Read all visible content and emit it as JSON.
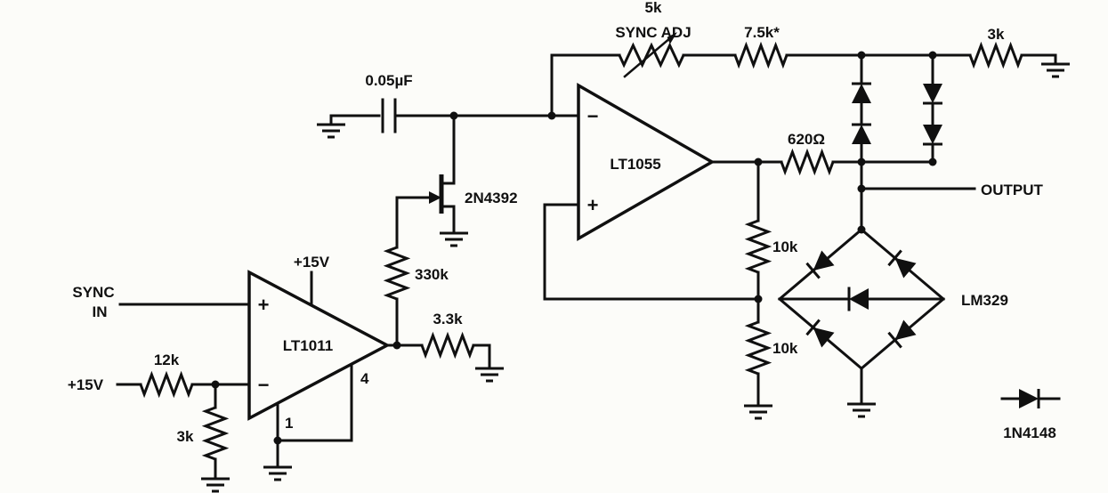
{
  "schematic": {
    "top": {
      "pot_value": "5k",
      "pot_label": "SYNC ADJ",
      "r_feedback": "7.5k*",
      "r_ground": "3k"
    },
    "timing": {
      "capacitor": "0.05µF",
      "jfet": "2N4392",
      "r_gate": "330k"
    },
    "comparator": {
      "name": "LT1011",
      "plus": "+",
      "minus": "−",
      "supply": "+15V",
      "pin4": "4",
      "pin1": "1",
      "r_out": "3.3k"
    },
    "input": {
      "line1": "SYNC",
      "line2": "IN",
      "supply": "+15V",
      "r_series": "12k",
      "r_shunt": "3k"
    },
    "amp": {
      "name": "LT1055",
      "plus": "+",
      "minus": "−"
    },
    "output": {
      "r_out": "620Ω",
      "label": "OUTPUT"
    },
    "divider": {
      "r1": "10k",
      "r2": "10k"
    },
    "reference": {
      "name": "LM329"
    },
    "legend": {
      "diode": "1N4148"
    }
  }
}
